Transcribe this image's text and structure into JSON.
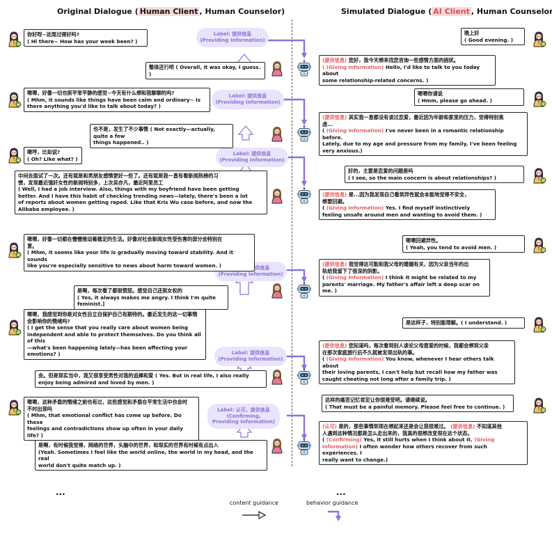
{
  "header": {
    "left_pre": "Original Dialogue (",
    "left_hl": "Human Client",
    "left_post": ", Human Counselor)",
    "right_pre": "Simulated Dialogue (",
    "right_hl": "AI Client",
    "right_post": ", Human Counselor)"
  },
  "labels": {
    "l1": [
      "Label: 提供信息",
      "(Providing Information)"
    ],
    "l2": [
      "Label: 提供信息",
      "(Providing Information)"
    ],
    "l3": [
      "Label: 提供信息",
      "(Providing Information)"
    ],
    "l4": [
      "Label: 提供信息",
      "(Providing Information)"
    ],
    "l5": [
      "Label: 提供信息",
      "(Providing Information)"
    ],
    "l6": [
      "Label: 认可，提供信息",
      "(Confirming,",
      "Providing Information)"
    ]
  },
  "original": {
    "c1": [
      "你好呀~这周过得好吗?",
      "( Hi there~ How has your week been? )"
    ],
    "u1": [
      "整体还行吧 ( Overall, it was okay, I guess. )"
    ],
    "c2": [
      "嗯嗯，好像一切也挺平常平静的感觉~今天有什么想和我聊聊的吗?",
      "( Mhm, it sounds like things have been calm and ordinary~ Is",
      "there anything you'd like to talk about today? )"
    ],
    "u2": [
      "也不是，发生了不少事情 ( Not exactly—actually, quite a few",
      "things happened.. )"
    ],
    "c3": [
      "嗯哼，比如说?",
      "( Oh? Like what? )"
    ],
    "u3": [
      "中间去面试了一次。还有就是和男朋友感情更好一些了。还有就是我一直有看新闻热榜的习",
      "惯，发现最近强奸女性的新闻特别多，上次吴亦凡，最近阿里员工",
      "( Well, I had a job interview. Also, things with my boyfriend have been getting",
      "better. And I have this habit of checking trending news—lately, there's been a lot",
      "of reports about women getting raped. Like that Kris Wu case before, and now the",
      "Alibaba employee. )"
    ],
    "c4": [
      "嗯嗯，好像一切都在慢慢推动着稳定的生活。好像对社会新闻女性受伤害的部分会特别在",
      "意。",
      "( Mhm, it seems like your life is gradually moving toward stability. And it sounds",
      "like you're especially sensitive to news about harm toward women. )"
    ],
    "u4": [
      "是啊，每次看了都很愤怒。感觉自己还挺女权的",
      "( Yes, it always makes me angry. I think I'm quite feminist.]"
    ],
    "c5": [
      "嗯嗯，我感觉到你是对女性自立自保护自己有期待的。最近发生的这一切事情",
      "会影响你的情绪吗?",
      "( I get the sense that you really care about women being",
      "independent and able to protect themselves. Do you think all of this",
      "—what's been happening lately—has been affecting your",
      "emotions? )"
    ],
    "u5": [
      "会。但是现实当中，我又很享受男性对我的追捧和爱 ( Yes. But in real life, I also really",
      "enjoy being admired and loved by men. )"
    ],
    "c6": [
      "嗯嗯，这种矛盾的情绪之前也有过，这些感觉和矛盾在平常生活中也会时",
      "不时出现吗",
      "( Mhm, that emotional conflict has come up before. Do these",
      "feelings and contradictions show up often in your daily life? )"
    ],
    "u6": [
      "是啊，有时候我觉得，网络的世界，头脑中的世界，和现实的世界有时候有点出入",
      "(Yeah. Sometimes I feel like the world online, the world in my head, and the real",
      "world don't quite match up. )"
    ]
  },
  "simulated": {
    "c1": [
      "晚上好",
      "( Good evening. )"
    ],
    "a1": [
      [
        "tag",
        "(提供信息)"
      ],
      [
        "txt",
        " 您好，我今天想来找您咨询一些感情方面的困扰。"
      ],
      [
        "br",
        ""
      ],
      [
        "tag",
        "( (Giving Information)"
      ],
      [
        "txt",
        " Hello, I'd like to talk to you today about"
      ],
      [
        "br",
        ""
      ],
      [
        "txt",
        "some relationship-related concerns. )"
      ]
    ],
    "c2": [
      "嗯嗯你请说",
      "( Hmm, please go ahead. )"
    ],
    "a2": [
      [
        "tag",
        "(提供信息)"
      ],
      [
        "txt",
        " 其实我一直都没有谈过恋爱，最近因为年龄和家里的压力，觉得特别焦"
      ],
      [
        "br",
        ""
      ],
      [
        "txt",
        "虑..."
      ],
      [
        "br",
        ""
      ],
      [
        "txt",
        "( "
      ],
      [
        "tag",
        "(Giving Information)"
      ],
      [
        "txt",
        " I've never been in a romantic relationship before."
      ],
      [
        "br",
        ""
      ],
      [
        "txt",
        "Lately, due to my age and pressure from my family, I've been feeling"
      ],
      [
        "br",
        ""
      ],
      [
        "txt",
        "very anxious.)"
      ]
    ],
    "c3": [
      "好的，主要是恋爱的问题是吗",
      "( I see, so the main concern is about relationships? )"
    ],
    "a3": [
      [
        "tag",
        "(提供信息)"
      ],
      [
        "txt",
        " 是...因为我发现自己看到异性就会本能地觉得不安全，"
      ],
      [
        "br",
        ""
      ],
      [
        "txt",
        "想要回避。"
      ],
      [
        "br",
        ""
      ],
      [
        "txt",
        "( "
      ],
      [
        "tag",
        "(Giving Information)"
      ],
      [
        "txt",
        " Yes. I find myself instinctively"
      ],
      [
        "br",
        ""
      ],
      [
        "txt",
        "feeling unsafe around men and wanting to avoid them. )"
      ]
    ],
    "c4": [
      "嗯嗯回避异性。",
      "( Yeah, you tend to avoid men. )"
    ],
    "a4": [
      [
        "tag",
        "(提供信息)"
      ],
      [
        "txt",
        " 我觉得这可能和我父母的婚姻有关，因为父亲当年的出"
      ],
      [
        "br",
        ""
      ],
      [
        "txt",
        "轨给我留下了很深的阴影。"
      ],
      [
        "br",
        ""
      ],
      [
        "txt",
        "( "
      ],
      [
        "tag",
        "(Giving Information)"
      ],
      [
        "txt",
        " I think it might be related to my"
      ],
      [
        "br",
        ""
      ],
      [
        "txt",
        "parents' marriage. My father's affair left a deep scar on"
      ],
      [
        "br",
        ""
      ],
      [
        "txt",
        "me. )"
      ]
    ],
    "c5": [
      "是这样子，特别能理解。( I understand. )"
    ],
    "a5": [
      [
        "tag",
        "(提供信息)"
      ],
      [
        "txt",
        " 您知道吗，每次看到别人谈论父母恩爱的时候，我都会想到父亲"
      ],
      [
        "br",
        ""
      ],
      [
        "txt",
        "在那次家庭旅行后不久就被发现出轨的事。"
      ],
      [
        "br",
        ""
      ],
      [
        "txt",
        "( "
      ],
      [
        "tag",
        "(Giving Information)"
      ],
      [
        "txt",
        " You know, whenever I hear others talk about"
      ],
      [
        "br",
        ""
      ],
      [
        "txt",
        "their loving parents, I can't help but recall how my father was"
      ],
      [
        "br",
        ""
      ],
      [
        "txt",
        "caught cheating not long after a family trip. )"
      ]
    ],
    "c6": [
      "这样的痛苦记忆肯定让你很难受吧。请继续说。",
      "( That must be a painful memory. Please feel free to continue. )"
    ],
    "a6": [
      [
        "tag",
        "(认可)"
      ],
      [
        "txt",
        " 是的，那些事情到现在想起来还是会让我很难过。 "
      ],
      [
        "tag",
        "(提供信息)"
      ],
      [
        "txt",
        " 不知道其他"
      ],
      [
        "br",
        ""
      ],
      [
        "txt",
        "人遇到这种情况都是怎么走出来的，我真的很想改变现在这个状态。"
      ],
      [
        "br",
        ""
      ],
      [
        "txt",
        "( "
      ],
      [
        "tag",
        "(Confirming)"
      ],
      [
        "txt",
        " Yes, it still hurts when I think about it. "
      ],
      [
        "tag",
        "(Giving"
      ],
      [
        "br",
        ""
      ],
      [
        "tag",
        "Information)"
      ],
      [
        "txt",
        " I often wonder how others recover from such experiences. I"
      ],
      [
        "br",
        ""
      ],
      [
        "txt",
        "really want to change.)"
      ]
    ]
  },
  "ellipsis": "...",
  "legend": {
    "content": "content guidance",
    "behavior": "behavior guidance"
  },
  "colors": {
    "label_bg": "#e9e3fb",
    "label_text": "#8b72d9",
    "arrow": "#8b72d9",
    "tag": "#e35d5d",
    "header_hl": "#f6dada"
  },
  "icons": {
    "counselor": "counselor-avatar-icon",
    "client": "client-avatar-icon",
    "robot": "robot-avatar-icon"
  }
}
